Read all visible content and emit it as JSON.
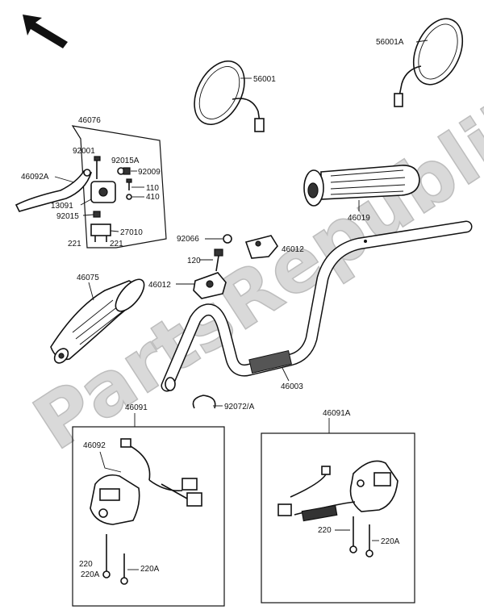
{
  "watermark": "PartsRepublik",
  "orientation_icon": "arrow-up-left-icon",
  "labels": {
    "mirror_left": "56001",
    "mirror_right": "56001A",
    "lever_assembly": "46076",
    "bolt_92001": "92001",
    "washer_92015a": "92015A",
    "nut_92009": "92009",
    "lever": "46092A",
    "screw_110": "110",
    "pin_410": "410",
    "holder_13091": "13091",
    "nut_92015": "92015",
    "switch_27010": "27010",
    "screw_221_left": "221",
    "screw_221_right": "221",
    "grip_right": "46019",
    "cap_92066": "92066",
    "holder_upper": "46012",
    "bolt_120": "120",
    "holder_lower": "46012",
    "grip_left": "46075",
    "handlebar": "46003",
    "clamp": "92072/A",
    "switch_left": "46091",
    "switch_right": "46091A",
    "lever_46092": "46092",
    "screw_220_left": "220",
    "screw_220_right": "220",
    "screw_220a_left_1": "220A",
    "screw_220a_left_2": "220A",
    "screw_220a_right": "220A"
  }
}
